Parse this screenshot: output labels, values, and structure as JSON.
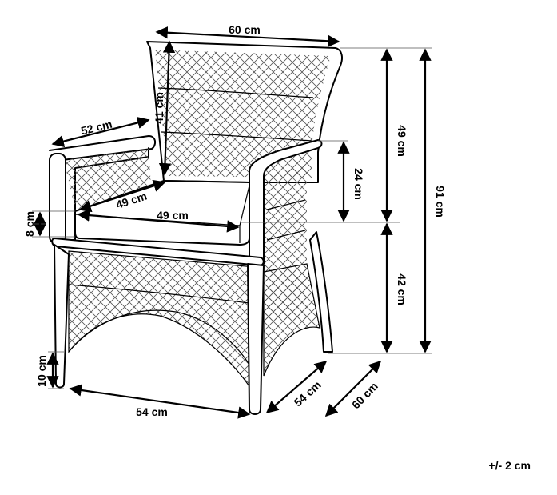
{
  "dimensions": {
    "width_top": "60 cm",
    "backrest_height": "41 cm",
    "armrest_length": "52 cm",
    "seat_depth": "49 cm",
    "seat_width": "49 cm",
    "cushion_thickness": "8 cm",
    "back_upper": "49 cm",
    "armrest_height": "24 cm",
    "total_height": "91 cm",
    "seat_height": "42 cm",
    "leg_height": "10 cm",
    "front_width": "54 cm",
    "side_depth": "54 cm",
    "total_depth": "60 cm"
  },
  "tolerance": "+/- 2 cm",
  "colors": {
    "line": "#000000",
    "background": "#ffffff"
  }
}
